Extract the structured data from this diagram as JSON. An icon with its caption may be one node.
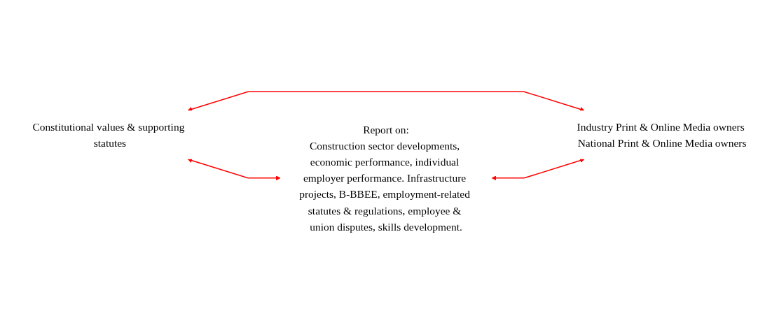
{
  "diagram": {
    "nodes": [
      {
        "text": [
          "Report on:",
          "Construction sector developments, economic performance, individual employer performance. Infrastructure projects, B-BBEE, employment-related statutes & regulations, employee & union disputes, skills development."
        ]
      },
      {
        "text": [
          "Constitutional values & supporting statutes"
        ]
      },
      {
        "text": [
          "Industry Print & Online Media owners National Print & Online Media owners"
        ]
      }
    ],
    "edges": [
      {
        "from": 1,
        "to": 0,
        "arrow": "both",
        "color": "#ff0000"
      },
      {
        "from": 1,
        "to": 2,
        "arrow": "both",
        "color": "#ff0000"
      },
      {
        "from": 0,
        "to": 2,
        "arrow": "both",
        "color": "#ff0000"
      }
    ]
  }
}
